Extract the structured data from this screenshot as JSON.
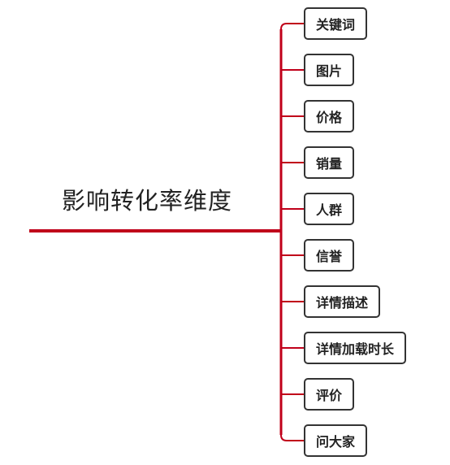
{
  "root": {
    "label": "影响转化率维度"
  },
  "branches": [
    {
      "label": "关键词"
    },
    {
      "label": "图片"
    },
    {
      "label": "价格"
    },
    {
      "label": "销量"
    },
    {
      "label": "人群"
    },
    {
      "label": "信誉"
    },
    {
      "label": "详情描述"
    },
    {
      "label": "详情加载时长"
    },
    {
      "label": "评价"
    },
    {
      "label": "问大家"
    }
  ],
  "colors": {
    "connector": "#c0001a",
    "node_border": "#333333",
    "text": "#222222"
  }
}
